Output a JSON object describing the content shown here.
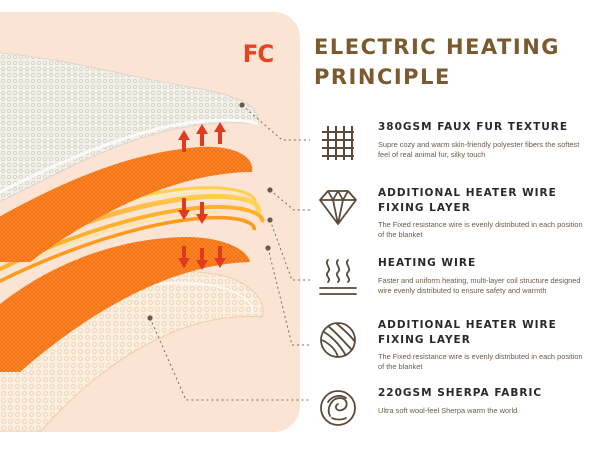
{
  "logo_text": "FC",
  "title_line1": "ELECTRIC HEATING",
  "title_line2": "PRINCIPLE",
  "features": [
    {
      "icon": "grid-texture-icon",
      "heading": "380GSM FAUX FUR TEXTURE",
      "description": "Supre cozy and warm skin-friendly polyester fibers the softest feel of real animal fur, silky touch"
    },
    {
      "icon": "diamond-icon",
      "heading": "ADDITIONAL HEATER WIRE FIXING LAYER",
      "description": "The Fixed resistance wire is evenly distributed in each position of the blanket"
    },
    {
      "icon": "heat-waves-icon",
      "heading": "HEATING WIRE",
      "description": "Faster and uniform heating, multi-layer coil structure designed wire evenly distributed to ensure safety and warmth"
    },
    {
      "icon": "yarn-ball-icon",
      "heading": "ADDITIONAL HEATER WIRE FIXING LAYER",
      "description": "The Fixed resistance wire is evenly distributed in each position of the blanket"
    },
    {
      "icon": "wool-swirl-icon",
      "heading": "220GSM SHERPA FABRIC",
      "description": "Ultra soft wool-feel Sherpa warm the world"
    }
  ],
  "colors": {
    "panel_bg": "#fbe4d3",
    "title": "#7a5a2e",
    "heading": "#2c2a28",
    "icon": "#5a4a38",
    "logo": "#e8421f",
    "arrow": "#e23a1e"
  }
}
